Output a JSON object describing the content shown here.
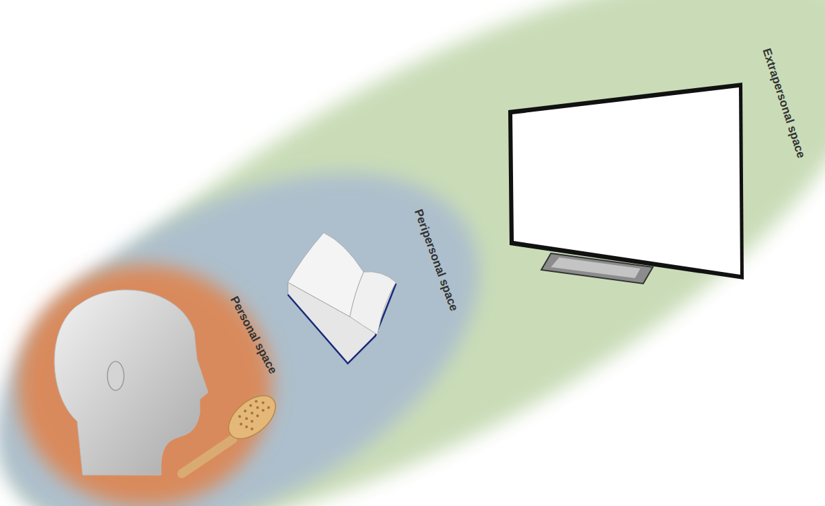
{
  "diagram": {
    "nodes": [
      {
        "text": [
          "Extrapersonal space"
        ]
      },
      {
        "text": [
          "Peripersonal space"
        ],
        "in": 0
      },
      {
        "text": [
          "Personal space"
        ],
        "in": 1
      }
    ]
  }
}
